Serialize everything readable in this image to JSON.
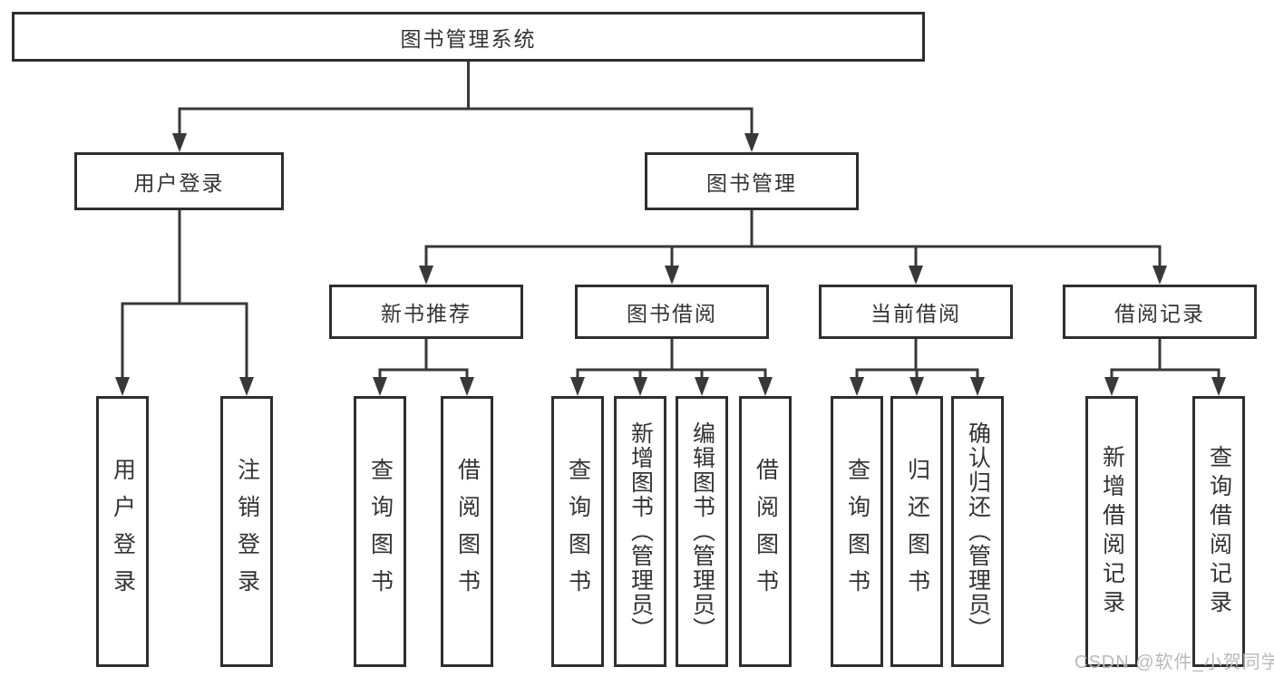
{
  "colors": {
    "line": "#383838",
    "box_border": "#2e2e2e",
    "box_background": "#ffffff",
    "text": "#333333",
    "watermark_text_color": "#b9b9b9"
  },
  "root": {
    "label": "图书管理系统"
  },
  "branches": [
    {
      "label": "用户登录",
      "children": [
        {
          "label": "用户登录"
        },
        {
          "label": "注销登录"
        }
      ]
    },
    {
      "label": "图书管理",
      "children": [
        {
          "label": "新书推荐",
          "children": [
            {
              "label": "查询图书"
            },
            {
              "label": "借阅图书"
            }
          ]
        },
        {
          "label": "图书借阅",
          "children": [
            {
              "label": "查询图书"
            },
            {
              "label": "新增图书（管理员）"
            },
            {
              "label": "编辑图书（管理员）"
            },
            {
              "label": "借阅图书"
            }
          ]
        },
        {
          "label": "当前借阅",
          "children": [
            {
              "label": "查询图书"
            },
            {
              "label": "归还图书"
            },
            {
              "label": "确认归还（管理员）"
            }
          ]
        },
        {
          "label": "借阅记录",
          "children": [
            {
              "label": "新增借阅记录"
            },
            {
              "label": "查询借阅记录"
            }
          ]
        }
      ]
    }
  ],
  "watermark": {
    "text": "CSDN @软件_小贺同学"
  }
}
